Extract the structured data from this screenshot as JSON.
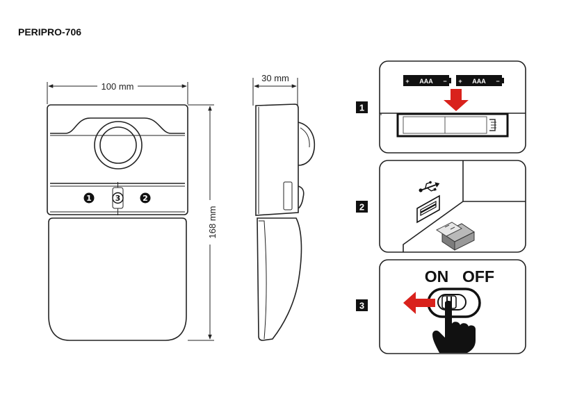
{
  "model": {
    "title": "PERIPRO-706"
  },
  "dimensions": {
    "width": "100 mm",
    "depth": "30 mm",
    "height": "168 mm"
  },
  "front_view": {
    "buttons": [
      "1",
      "3",
      "2"
    ]
  },
  "steps": [
    {
      "number": "1",
      "battery_type": "AAA",
      "battery_plus": "+",
      "battery_minus": "−"
    },
    {
      "number": "2",
      "usb_symbol": "⭍"
    },
    {
      "number": "3",
      "switch_on_label": "ON",
      "switch_off_label": "OFF"
    }
  ]
}
